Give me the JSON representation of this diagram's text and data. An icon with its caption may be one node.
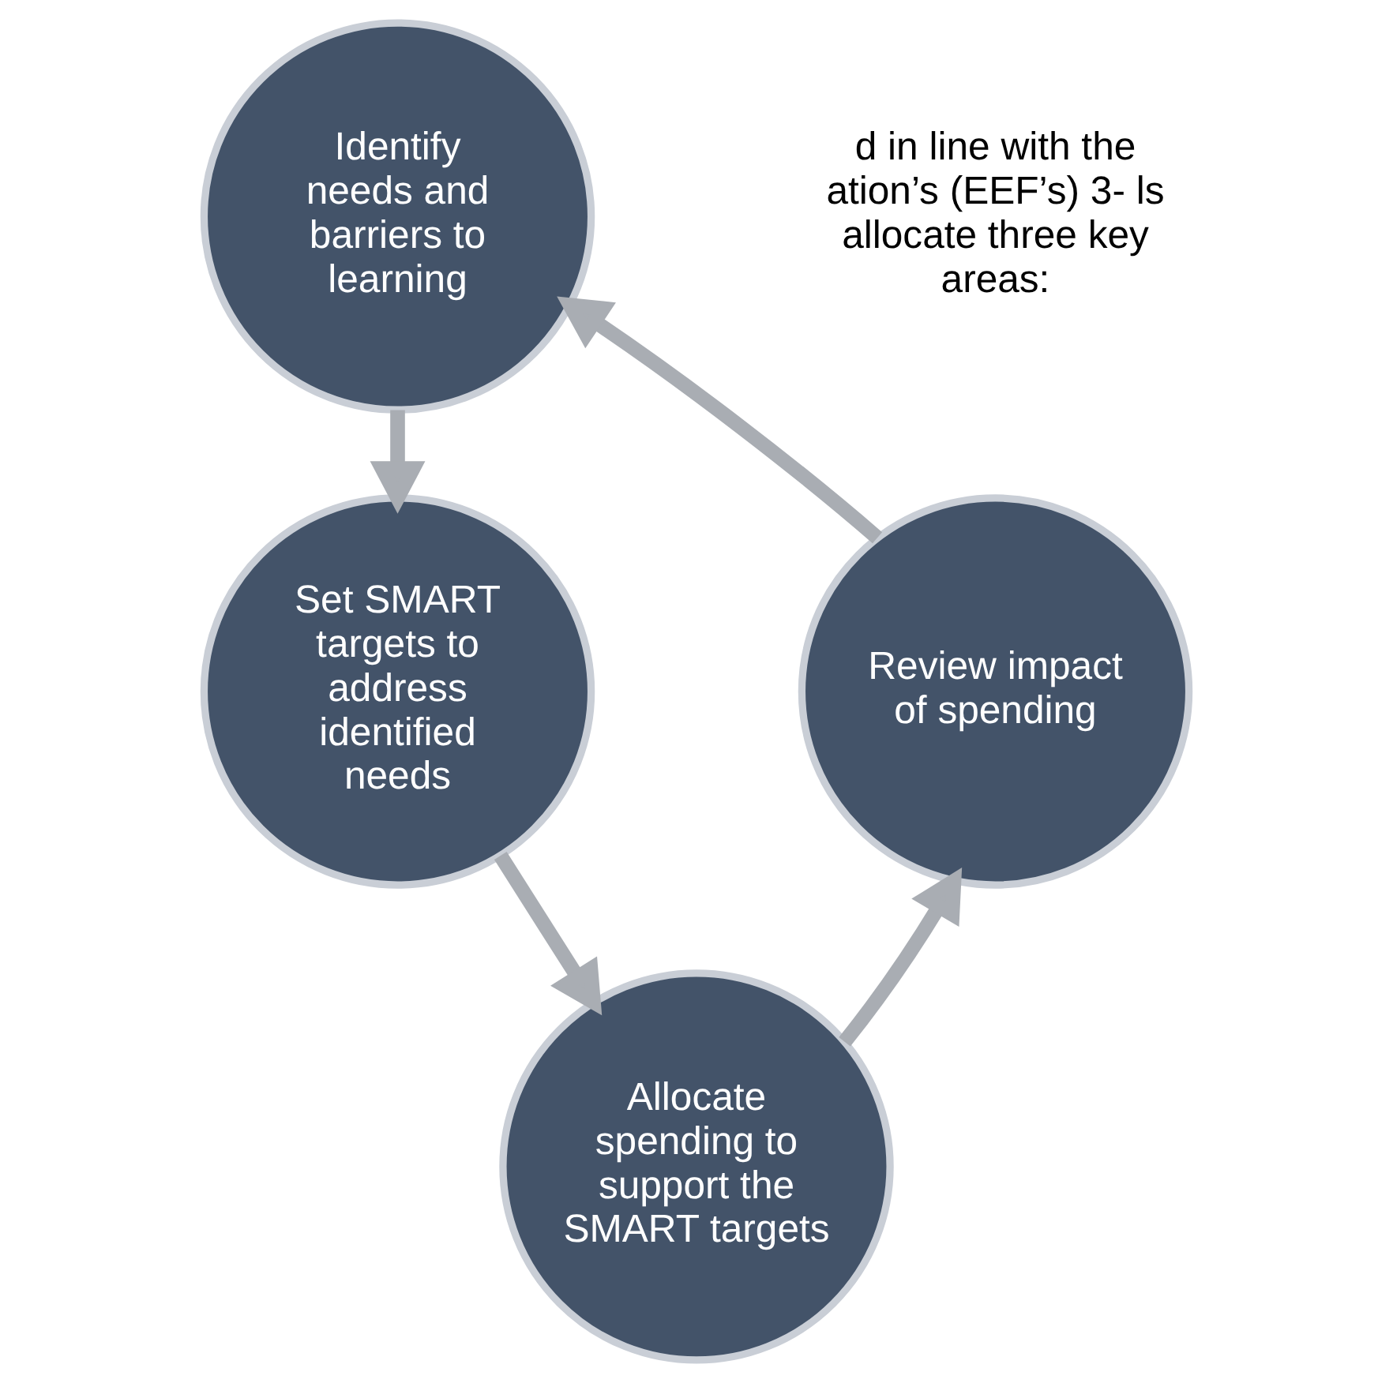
{
  "diagram": {
    "nodes": [
      {
        "text": [
          "Identify needs and barriers to learning"
        ]
      },
      {
        "text": [
          "Set SMART targets to address identified needs"
        ]
      },
      {
        "text": [
          "Allocate spending to support the SMART targets"
        ]
      },
      {
        "text": [
          "Review impact of spending"
        ]
      }
    ],
    "edges": [
      {
        "from": 0,
        "to": 1,
        "arrow": "to"
      },
      {
        "from": 1,
        "to": 2,
        "arrow": "to"
      },
      {
        "from": 2,
        "to": 3,
        "arrow": "to"
      },
      {
        "from": 3,
        "to": 0,
        "arrow": "to"
      }
    ],
    "labels": [
      "d in line with the ation’s (EEF’s) 3- ls allocate three key areas:"
    ]
  }
}
